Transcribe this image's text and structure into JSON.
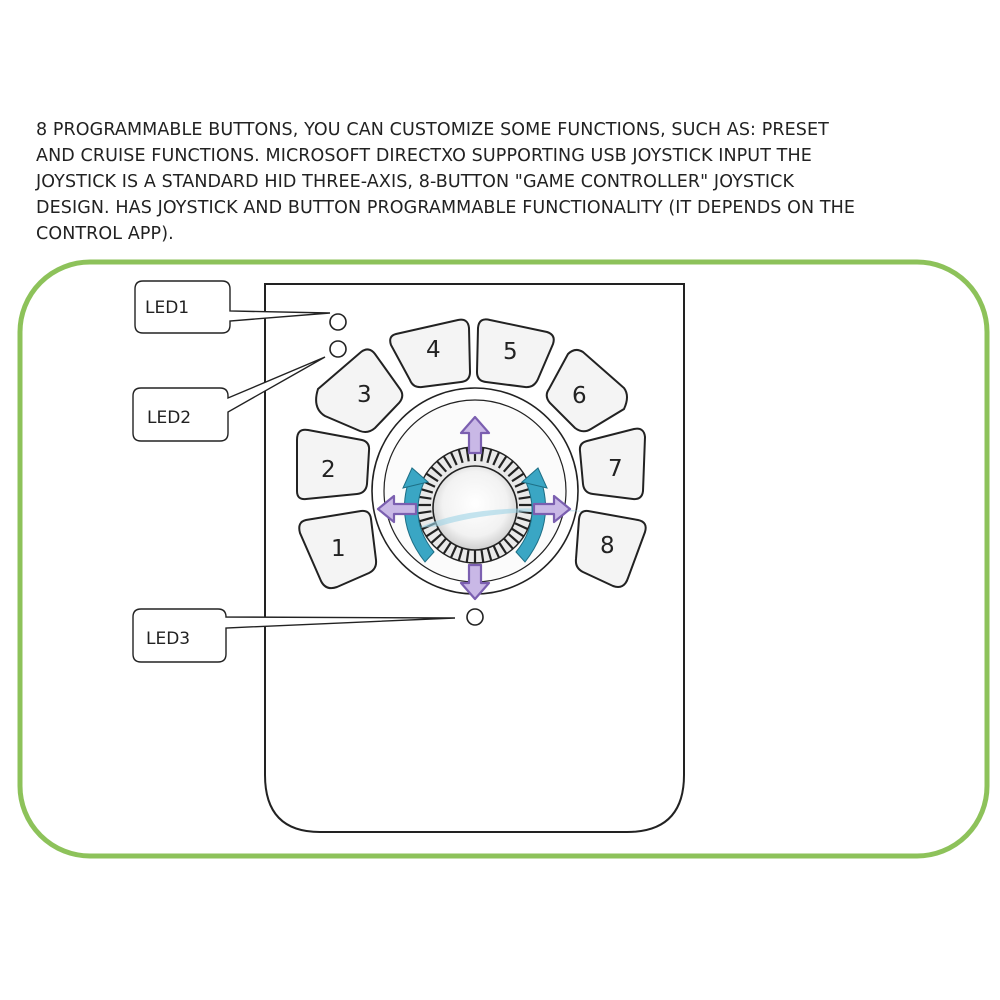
{
  "description": {
    "lines": [
      "8 PROGRAMMABLE BUTTONS, YOU CAN CUSTOMIZE SOME FUNCTIONS, SUCH AS: PRESET",
      "AND CRUISE FUNCTIONS. MICROSOFT DIRECTXO SUPPORTING USB JOYSTICK INPUT THE",
      "JOYSTICK IS A STANDARD HID THREE-AXIS, 8-BUTTON \"GAME CONTROLLER\" JOYSTICK",
      "DESIGN. HAS JOYSTICK AND BUTTON PROGRAMMABLE FUNCTIONALITY (IT DEPENDS ON THE",
      "CONTROL APP)."
    ]
  },
  "colors": {
    "frame_border": "#8dc25a",
    "outline": "#222222",
    "button_fill": "#f4f4f4",
    "arrow_fill": "#c9b8e6",
    "arrow_stroke": "#7b5fb0",
    "rotate_arrow": "#3aa6c4"
  },
  "leds": [
    {
      "id": "led1",
      "label": "LED1"
    },
    {
      "id": "led2",
      "label": "LED2"
    },
    {
      "id": "led3",
      "label": "LED3"
    }
  ],
  "buttons": [
    {
      "number": "1"
    },
    {
      "number": "2"
    },
    {
      "number": "3"
    },
    {
      "number": "4"
    },
    {
      "number": "5"
    },
    {
      "number": "6"
    },
    {
      "number": "7"
    },
    {
      "number": "8"
    }
  ],
  "icons": {
    "axis_arrows": "four-way-arrow-icon",
    "rotation_arrows": "rotate-arrow-icon"
  }
}
